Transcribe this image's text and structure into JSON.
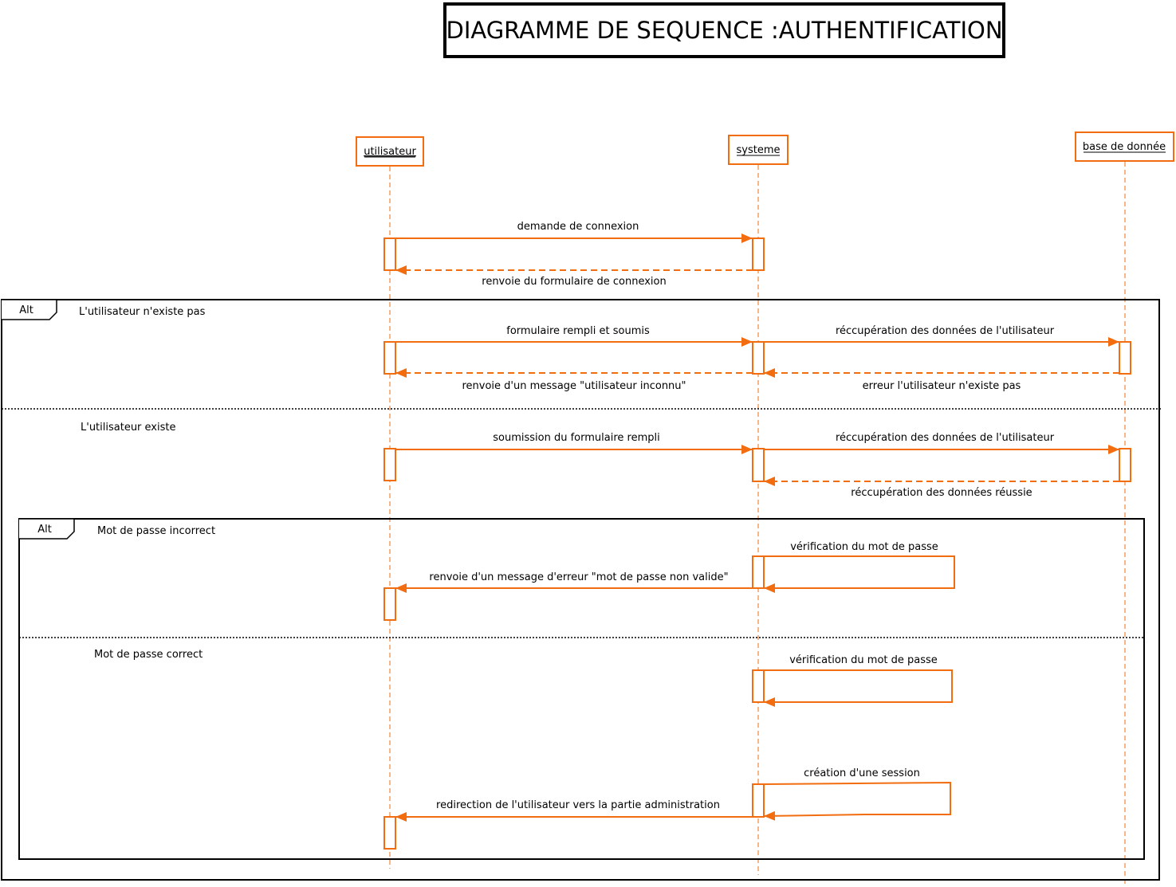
{
  "title": "DIAGRAMME DE SEQUENCE :AUTHENTIFICATION",
  "colors": {
    "line": "#f26d10",
    "frame": "#000000",
    "text": "#000000",
    "background": "#ffffff"
  },
  "lifelines": [
    {
      "id": "u",
      "label": "utilisateur"
    },
    {
      "id": "s",
      "label": "systeme"
    },
    {
      "id": "b",
      "label": "base de donnée"
    }
  ],
  "fragments": [
    {
      "operator": "Alt",
      "operands": [
        {
          "guard": "L'utilisateur n'existe pas"
        },
        {
          "guard": "L'utilisateur existe"
        }
      ]
    },
    {
      "operator": "Alt",
      "operands": [
        {
          "guard": "Mot de passe incorrect"
        },
        {
          "guard": "Mot de passe correct"
        }
      ]
    }
  ],
  "messages": [
    {
      "from": "u",
      "to": "s",
      "kind": "call",
      "label": "demande de connexion"
    },
    {
      "from": "s",
      "to": "u",
      "kind": "reply",
      "label": "renvoie du formulaire de connexion"
    },
    {
      "from": "u",
      "to": "s",
      "kind": "call",
      "label": "formulaire rempli et soumis"
    },
    {
      "from": "s",
      "to": "b",
      "kind": "call",
      "label": "réccupération des données de l'utilisateur"
    },
    {
      "from": "b",
      "to": "s",
      "kind": "reply",
      "label": "erreur l'utilisateur n'existe pas"
    },
    {
      "from": "s",
      "to": "u",
      "kind": "reply",
      "label": "renvoie d'un message \"utilisateur inconnu\""
    },
    {
      "from": "u",
      "to": "s",
      "kind": "call",
      "label": "soumission du formulaire rempli"
    },
    {
      "from": "s",
      "to": "b",
      "kind": "call",
      "label": "réccupération des données de l'utilisateur"
    },
    {
      "from": "b",
      "to": "s",
      "kind": "reply",
      "label": "réccupération des données réussie"
    },
    {
      "from": "s",
      "to": "s",
      "kind": "self",
      "label": "vérification du mot de passe"
    },
    {
      "from": "s",
      "to": "u",
      "kind": "call",
      "label": "renvoie d'un message d'erreur \"mot de passe non valide\""
    },
    {
      "from": "s",
      "to": "s",
      "kind": "self",
      "label": "vérification du mot de passe"
    },
    {
      "from": "s",
      "to": "s",
      "kind": "self",
      "label": "création d'une session"
    },
    {
      "from": "s",
      "to": "u",
      "kind": "call",
      "label": "redirection de l'utilisateur vers la partie administration"
    }
  ]
}
